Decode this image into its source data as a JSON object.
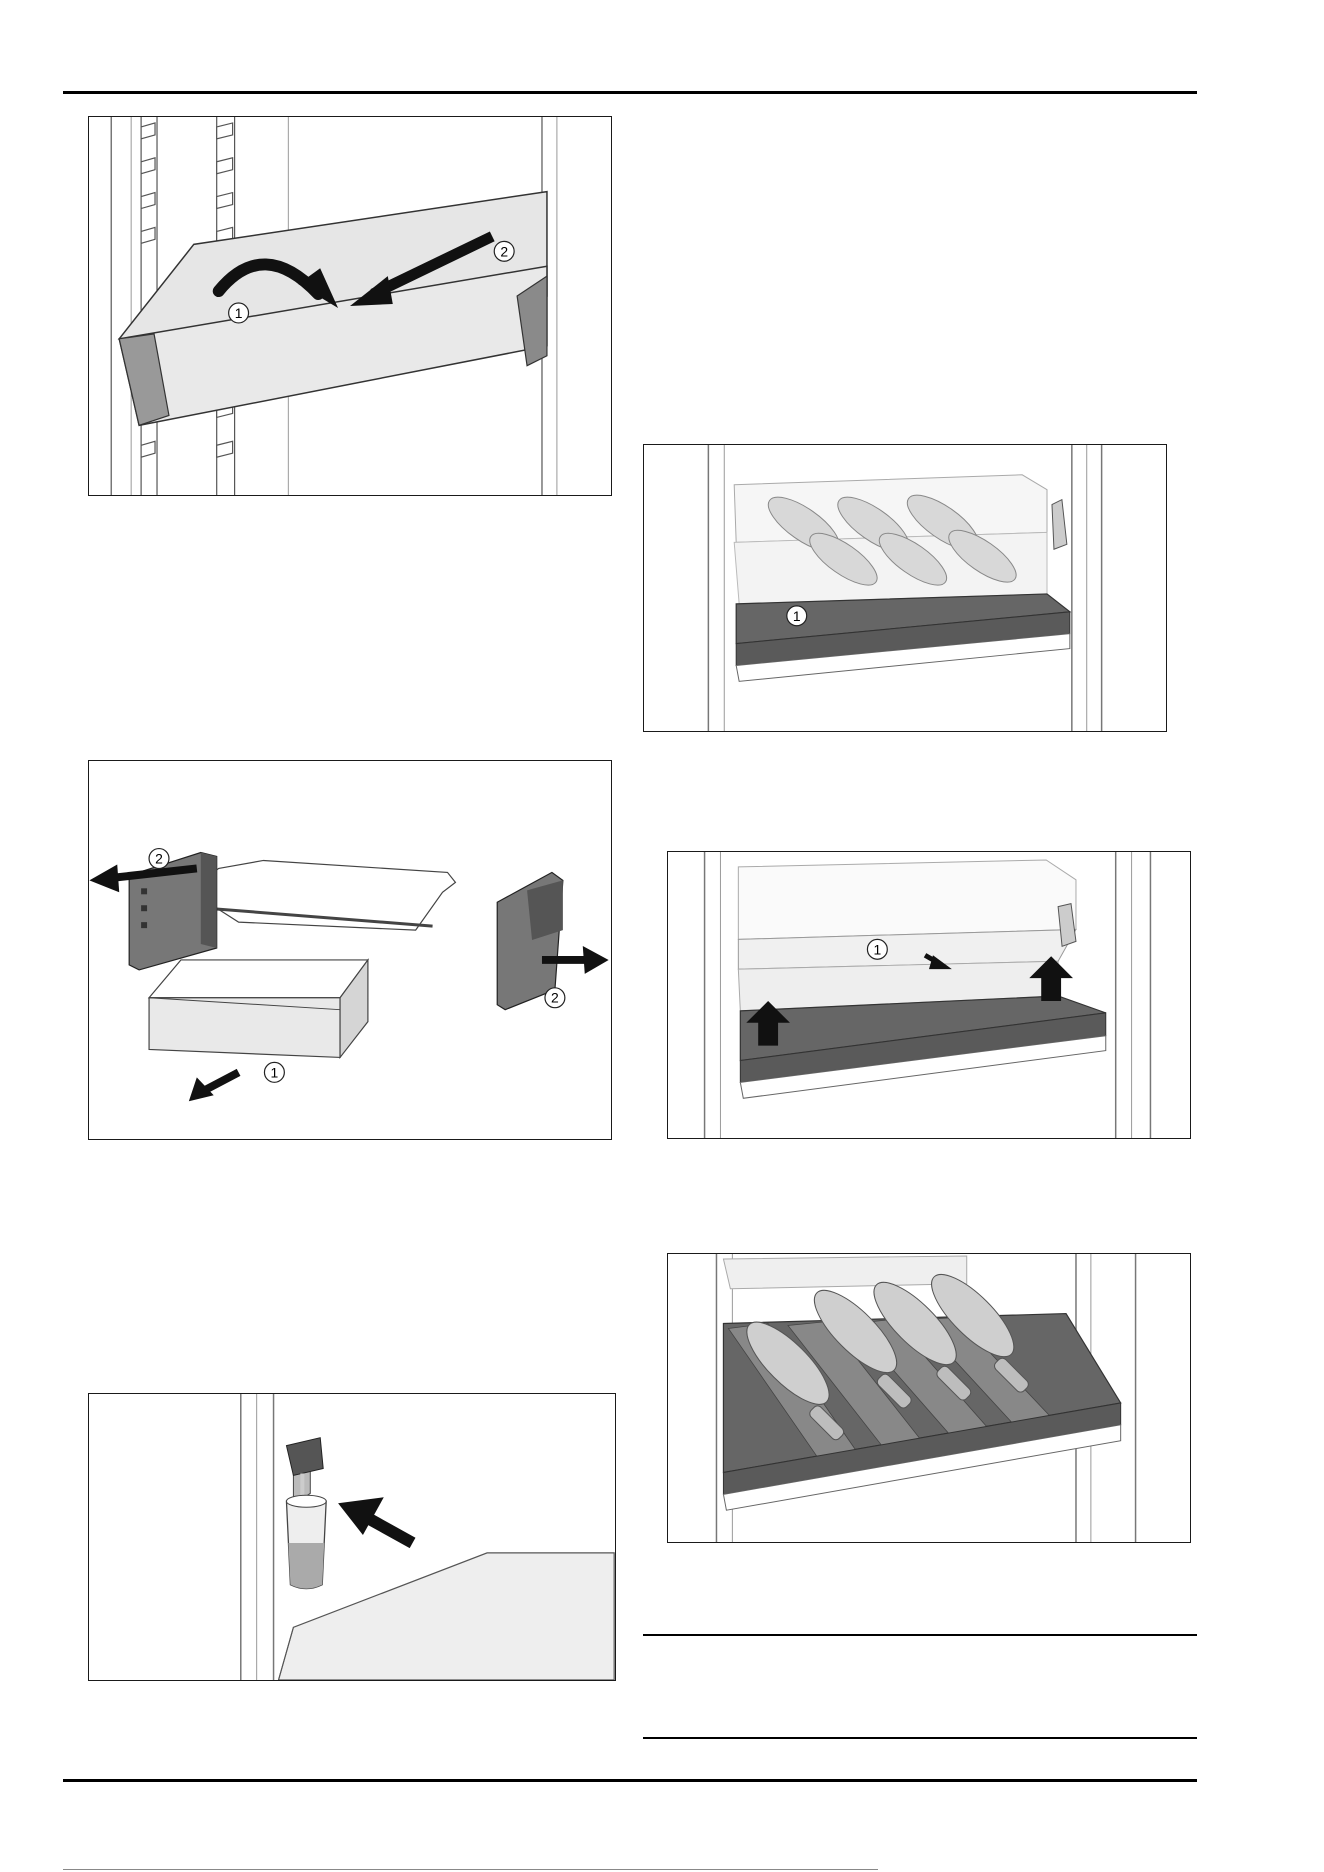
{
  "figures": [
    {
      "id": "fig-shelf-rotate",
      "callouts": [
        "1",
        "2"
      ]
    },
    {
      "id": "fig-drawer-remove",
      "callouts": [
        "2",
        "2",
        "1"
      ]
    },
    {
      "id": "fig-water-glass",
      "callouts": []
    },
    {
      "id": "fig-bottle-shelf",
      "callouts": [
        "1"
      ]
    },
    {
      "id": "fig-shelf-lift",
      "callouts": [
        "1"
      ]
    },
    {
      "id": "fig-bottles-loaded",
      "callouts": []
    }
  ]
}
